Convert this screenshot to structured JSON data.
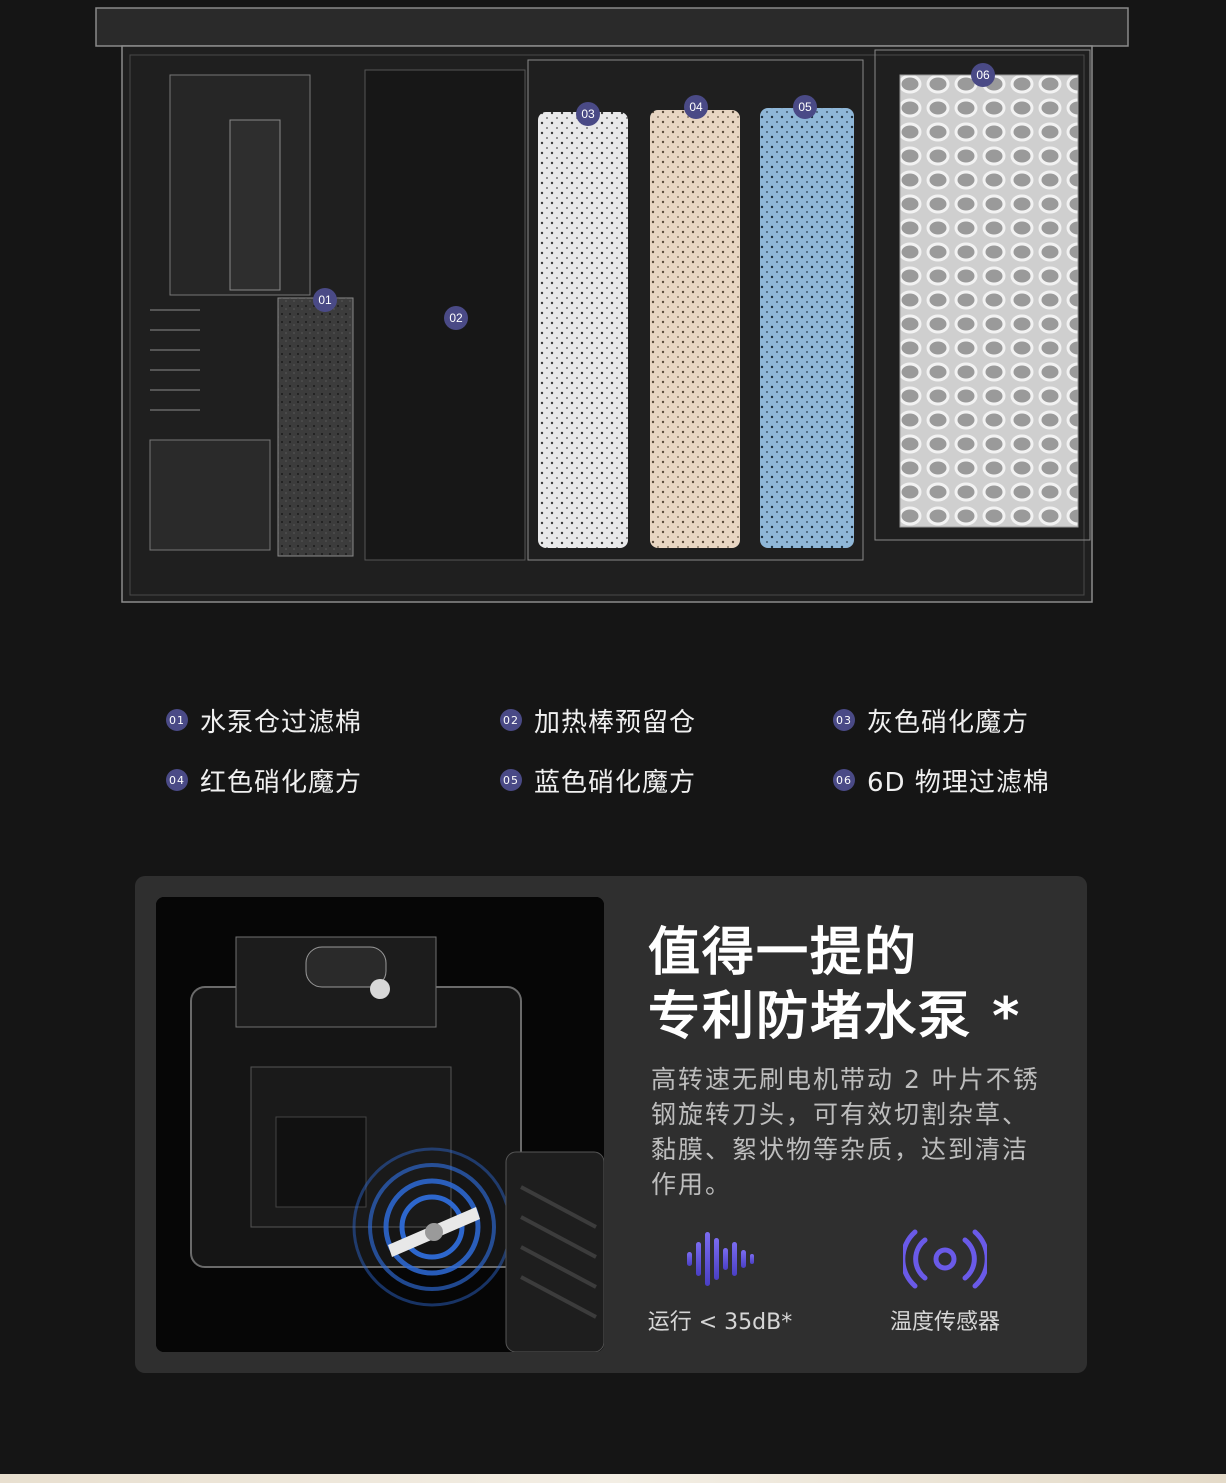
{
  "hero": {
    "markers": [
      "01",
      "02",
      "03",
      "04",
      "05",
      "06"
    ]
  },
  "labels": [
    {
      "num": "01",
      "text": "水泵仓过滤棉"
    },
    {
      "num": "02",
      "text": "加热棒预留仓"
    },
    {
      "num": "03",
      "text": "灰色硝化魔方"
    },
    {
      "num": "04",
      "text": "红色硝化魔方"
    },
    {
      "num": "05",
      "text": "蓝色硝化魔方"
    },
    {
      "num": "06",
      "text": "6D 物理过滤棉"
    }
  ],
  "feature": {
    "title_line1": "值得一提的",
    "title_line2": "专利防堵水泵 *",
    "description_lines": [
      "高转速无刷电机带动 2 叶片不锈",
      "钢旋转刀头，可有效切割杂草、",
      "黏膜、絮状物等杂质，达到清洁",
      "作用。"
    ],
    "specs": [
      {
        "icon": "sound-wave-icon",
        "label": "运行 < 35dB*"
      },
      {
        "icon": "sensor-signal-icon",
        "label": "温度传感器"
      }
    ]
  },
  "colors": {
    "background": "#151515",
    "card": "#2f2f2f",
    "badge": "#4a4a86",
    "accent": "#6a5ae8"
  }
}
